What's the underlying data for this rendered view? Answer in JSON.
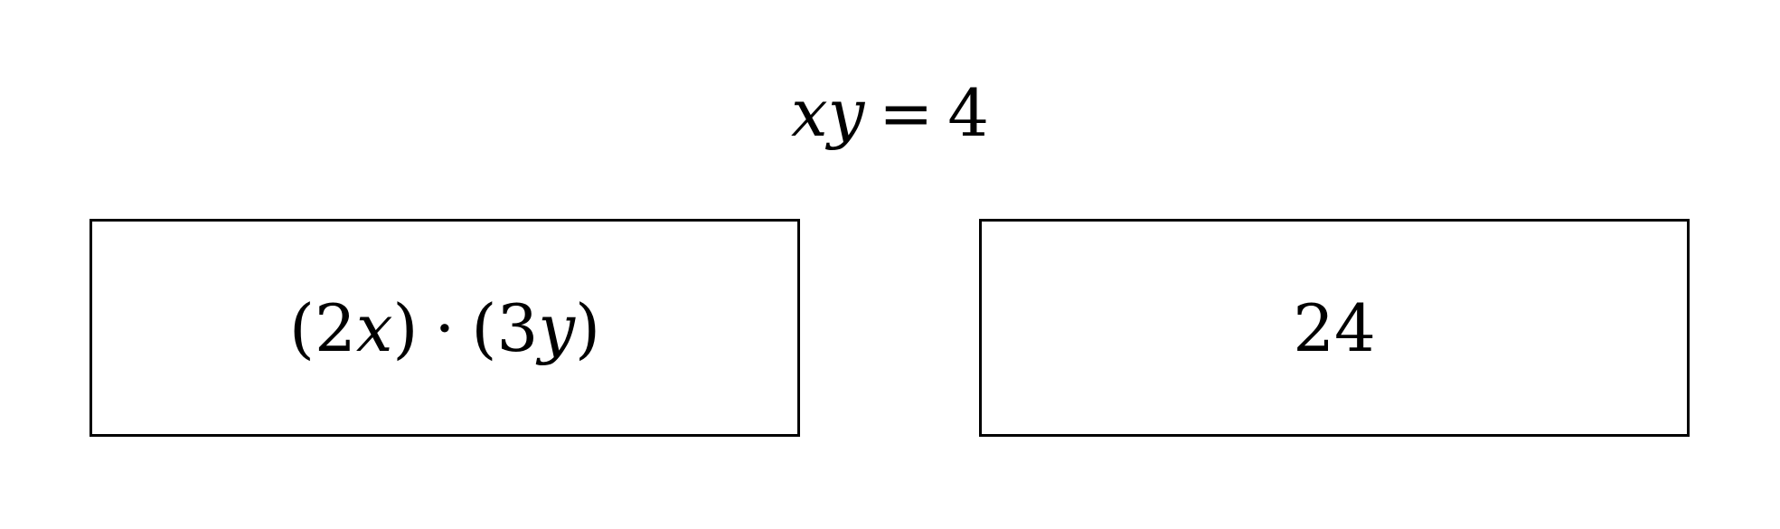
{
  "equation": {
    "lhs_var1": "x",
    "lhs_var2": "y",
    "operator": "=",
    "rhs": "4"
  },
  "left_box": {
    "open1": "(",
    "coef1": "2",
    "var1": "x",
    "close1": ")",
    "dot": "·",
    "open2": "(",
    "coef2": "3",
    "var2": "y",
    "close2": ")"
  },
  "right_box": {
    "value": "24"
  }
}
